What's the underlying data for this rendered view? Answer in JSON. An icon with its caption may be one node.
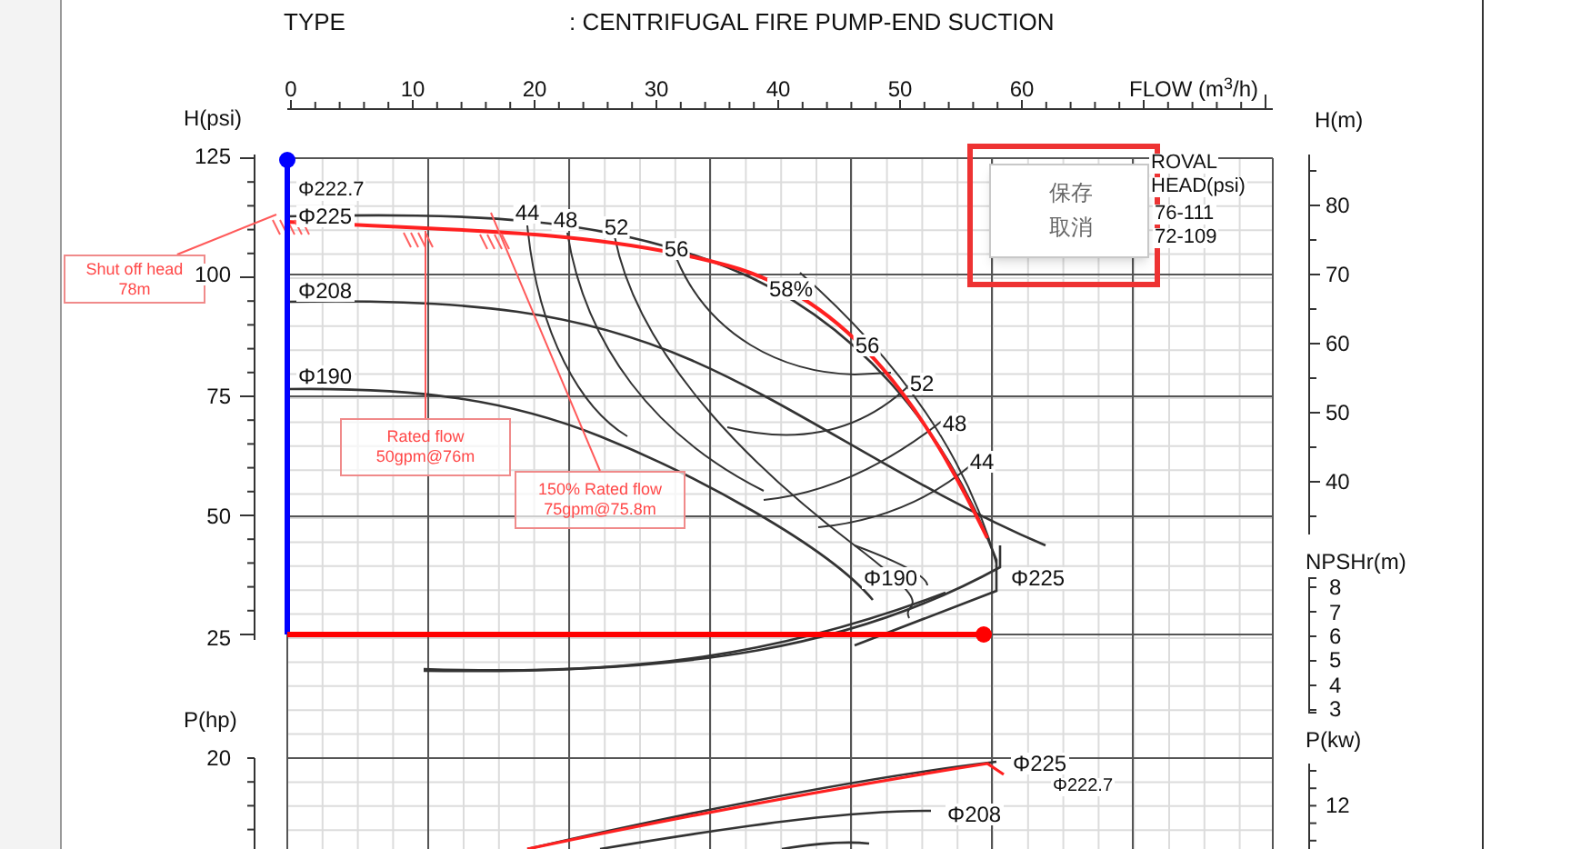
{
  "diagram": {
    "nodes": [
      {
        "text": [
          "Shut off head 78m"
        ]
      },
      {
        "text": [
          "Rated flow 50gpm@76m"
        ]
      },
      {
        "text": [
          "150% Rated flow 75gpm@75.8m"
        ]
      },
      {
        "text": [],
        "shape": "box"
      },
      {
        "text": [
          "保存",
          "取消"
        ],
        "in": 3
      }
    ],
    "edges": [
      {
        "from": 0,
        "to": null,
        "arrow": "none"
      },
      {
        "from": 1,
        "to": null,
        "arrow": "none"
      },
      {
        "from": 2,
        "to": null,
        "arrow": "none"
      }
    ],
    "labels": [
      "TYPE",
      ": CENTRIFUGAL FIRE PUMP-END SUCTION",
      "0",
      "10",
      "20",
      "30",
      "40",
      "50",
      "60",
      "FLOW (m$^{3}$/h)",
      "H(psi)",
      "H(m)",
      "125",
      "Φ222.7",
      "Φ225",
      "44",
      "48",
      "52",
      "56",
      "ROVAL",
      "HEAD(psi)",
      "76-111",
      "72-109",
      "80",
      "100",
      "Φ208",
      "58%",
      "70",
      "56",
      "60",
      "75",
      "Φ190",
      "52",
      "50",
      "48",
      "44",
      "40",
      "50",
      "Φ190",
      "Φ225",
      "NPSHr(m)",
      "8",
      "7",
      "25",
      "6",
      "5",
      "4",
      "3",
      "P(hp)",
      "P(kw)",
      "20",
      "Φ225",
      "Φ222.7",
      "12",
      "Φ208"
    ]
  }
}
